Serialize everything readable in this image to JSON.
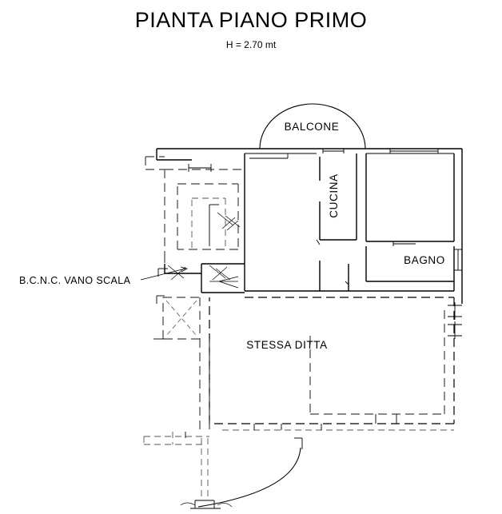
{
  "document": {
    "title": "PIANTA PIANO  PRIMO",
    "subtitle": "H = 2.70 mt",
    "kind": "architectural-floor-plan",
    "language": "it"
  },
  "labels": {
    "balcone": "BALCONE",
    "cucina": "CUCINA",
    "bagno": "BAGNO",
    "stessa_ditta": "STESSA DITTA",
    "vano_scala": "B.C.N.C. VANO SCALA"
  },
  "colors": {
    "ink": "#000000",
    "dashed": "#444444",
    "paper": "#ffffff"
  },
  "rooms": [
    {
      "name": "BALCONE",
      "type": "balcony",
      "shape": "semicircular"
    },
    {
      "name": "CUCINA",
      "type": "kitchen",
      "label_rotation": -90
    },
    {
      "name": "BAGNO",
      "type": "bathroom"
    },
    {
      "name": "STESSA DITTA",
      "type": "adjacent-property",
      "outline": "dashed"
    },
    {
      "name": "B.C.N.C. VANO SCALA",
      "type": "stairwell",
      "outline": "dashed"
    }
  ],
  "annotations": {
    "height_note": "H = 2.70 mt",
    "leader_target": "stairwell"
  }
}
